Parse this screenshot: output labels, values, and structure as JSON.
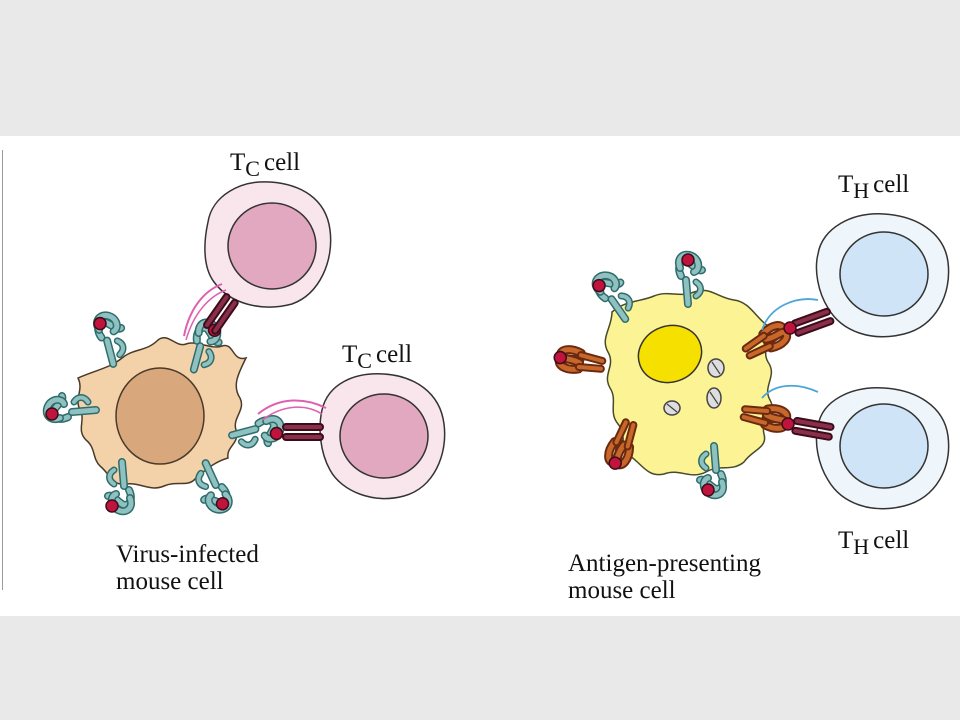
{
  "labels": {
    "tc_top": {
      "main": "T",
      "sub": "C",
      "rest": "cell"
    },
    "tc_mid": {
      "main": "T",
      "sub": "C",
      "rest": "cell"
    },
    "th_top": {
      "main": "T",
      "sub": "H",
      "rest": "cell"
    },
    "th_bottom": {
      "main": "T",
      "sub": "H",
      "rest": "cell"
    }
  },
  "captions": {
    "virus_line1": "Virus-infected",
    "virus_line2": "mouse cell",
    "apc_line1": "Antigen-presenting",
    "apc_line2": "mouse cell"
  },
  "colors": {
    "background": "#e9e9e9",
    "panel": "#ffffff",
    "infected_cell": "#f3d2a9",
    "infected_nucleus": "#d9a77c",
    "tc_outer": "#f8e6ec",
    "tc_nucleus": "#e2a8bf",
    "apc_cell": "#fbf394",
    "apc_nucleus": "#f5e000",
    "th_outer": "#eef5fb",
    "th_nucleus": "#cfe4f6",
    "mhc_class_i": "#8fc1c1",
    "mhc_class_ii": "#c7672a",
    "tcr": "#7a1f3a",
    "peptide": "#c0143c",
    "pink_arrow": "#e060b0",
    "blue_arrow": "#4aa6d8"
  }
}
